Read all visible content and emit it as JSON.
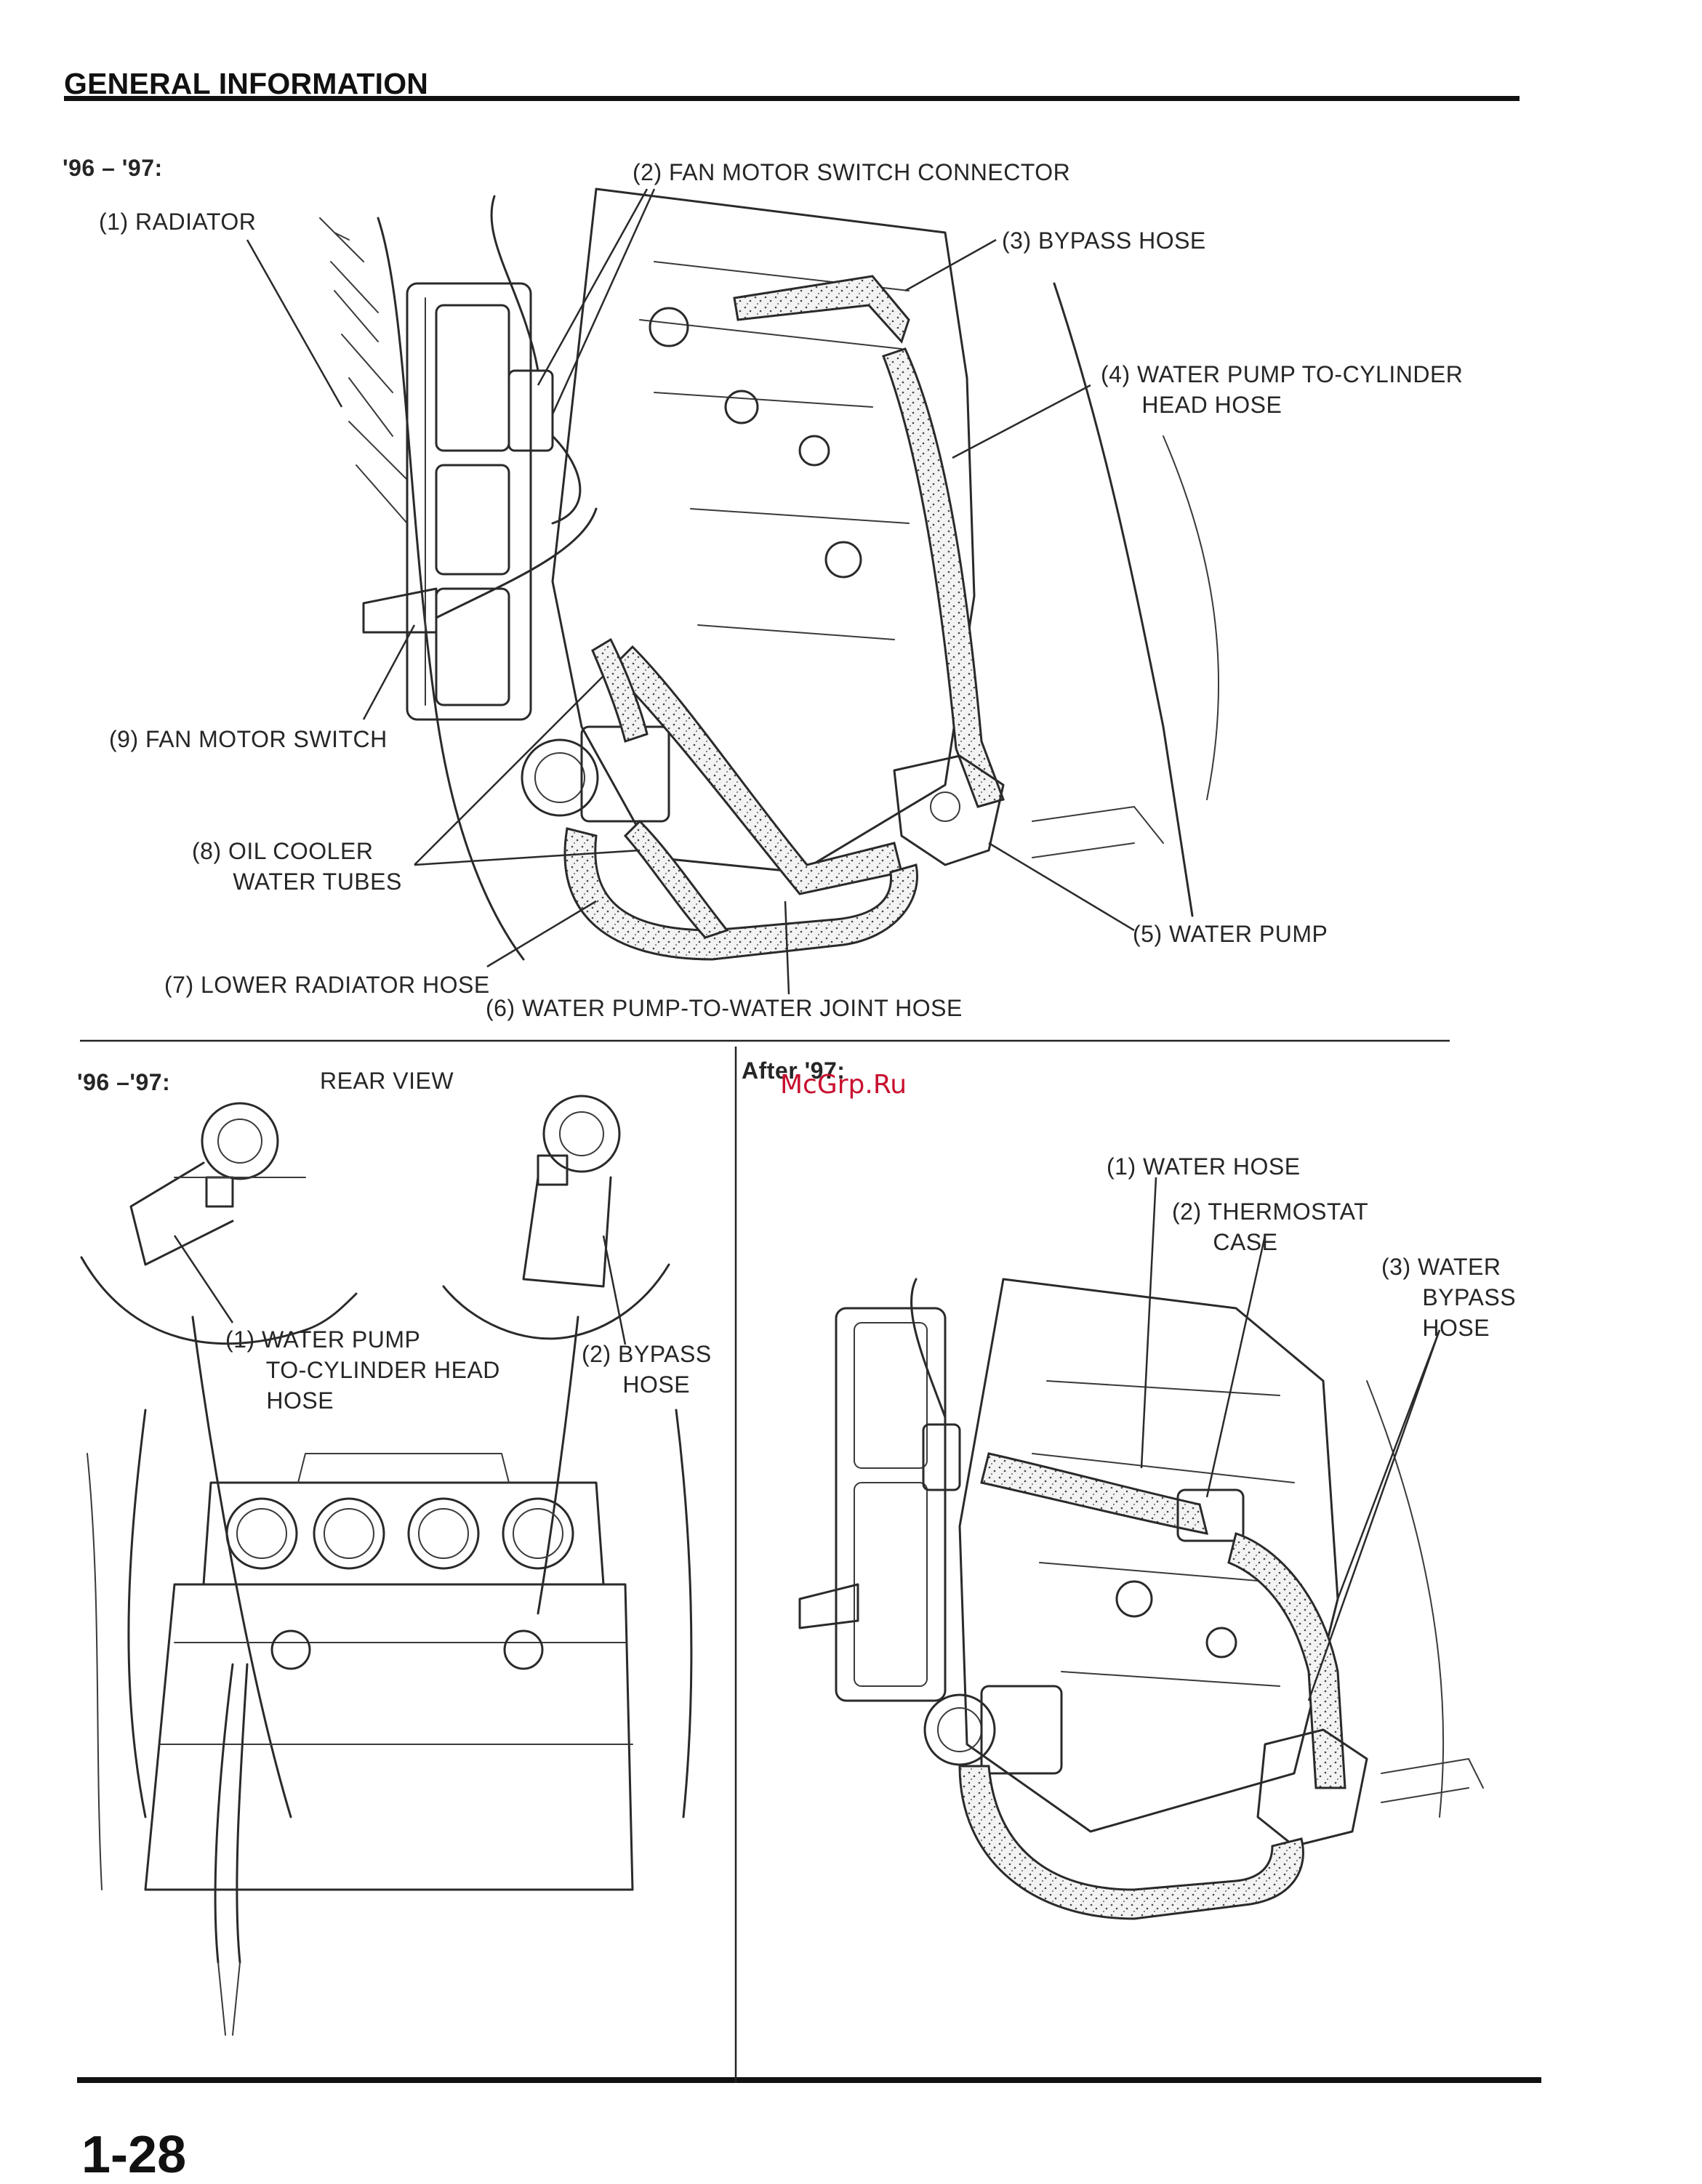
{
  "header": {
    "title": "GENERAL INFORMATION"
  },
  "top_figure": {
    "year_label": "'96 – '97:",
    "callouts": [
      "(1) RADIATOR",
      "(2) FAN MOTOR SWITCH CONNECTOR",
      "(3) BYPASS HOSE",
      "(4) WATER PUMP TO-CYLINDER\n      HEAD HOSE",
      "(5) WATER PUMP",
      "(6) WATER PUMP-TO-WATER JOINT HOSE",
      "(7) LOWER RADIATOR HOSE",
      "(8) OIL COOLER\n      WATER TUBES",
      "(9) FAN MOTOR SWITCH"
    ]
  },
  "bottom_left_figure": {
    "year_label": "'96 –'97:",
    "view_label": "REAR VIEW",
    "callouts": [
      "(1) WATER PUMP\n      TO-CYLINDER HEAD\n      HOSE",
      "(2) BYPASS\n      HOSE"
    ]
  },
  "bottom_right_figure": {
    "year_label": "After '97:",
    "callouts": [
      "(1) WATER HOSE",
      "(2) THERMOSTAT\n      CASE",
      "(3) WATER\n      BYPASS\n      HOSE"
    ]
  },
  "watermark": "McGrp.Ru",
  "footer": {
    "page_number": "1-28"
  }
}
